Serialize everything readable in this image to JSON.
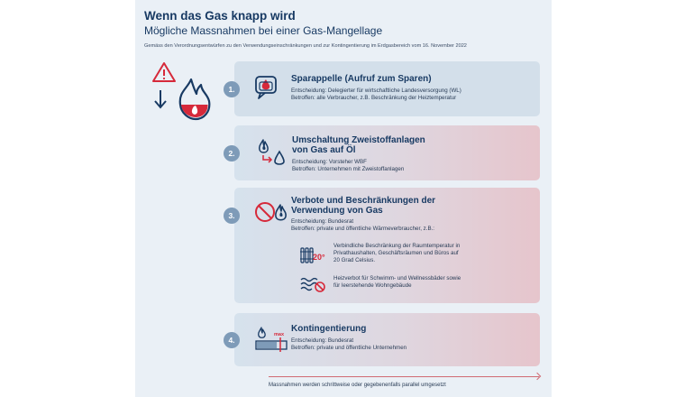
{
  "header": {
    "title": "Wenn das Gas knapp wird",
    "subtitle": "Mögliche Massnahmen bei einer Gas-Mangellage",
    "note": "Gemäss den Verordnungsentwürfen zu den Verwendungseinschränkungen und zur Kontingentierung im Erdgasbereich vom 16. November 2022"
  },
  "steps": [
    {
      "number": "1.",
      "title": "Sparappelle (Aufruf zum Sparen)",
      "decision": "Entscheidung: Delegierter für wirtschaftliche Landesversorgung (WL)",
      "affected": "Betroffen: alle Verbraucher, z.B. Beschränkung der Heiztemperatur",
      "icon": "speech-bubble-flame-icon"
    },
    {
      "number": "2.",
      "title_line1": "Umschaltung Zweistoffanlagen",
      "title_line2": "von Gas auf Öl",
      "decision": "Entscheidung: Vorsteher WBF",
      "affected": "Betroffen: Unternehmen mit Zweistoffanlagen",
      "icon": "flame-to-oil-drop-icon"
    },
    {
      "number": "3.",
      "title_line1": "Verbote und Beschränkungen der",
      "title_line2": "Verwendung von Gas",
      "decision": "Entscheidung: Bundesrat",
      "affected": "Betroffen: private und öffentliche Wärmeverbraucher, z.B.:",
      "icon": "no-flame-icon",
      "examples": [
        {
          "line1": "Verbindliche Beschränkung der Raumtemperatur in",
          "line2": "Privathaushalten, Geschäftsräumen und Büros auf",
          "line3": "20 Grad Celsius.",
          "badge": "20°",
          "icon": "radiator-icon"
        },
        {
          "line1": "Heizverbot für Schwimm- und Wellnessbäder sowie",
          "line2": "für leerstehende Wohngebäude",
          "icon": "pool-prohibited-icon"
        }
      ]
    },
    {
      "number": "4.",
      "title": "Kontingentierung",
      "decision": "Entscheidung: Bundesrat",
      "affected": "Betroffen: private und öffentliche Unternehmen",
      "icon": "flame-max-gauge-icon",
      "gauge_label": "max"
    }
  ],
  "footer": "Massnahmen werden schrittweise oder gegebenenfalls parallel umgesetzt",
  "colors": {
    "navy": "#183a63",
    "accent_red": "#d6293a",
    "badge": "#7e9bb8",
    "card_blue": "#d3dfea",
    "card_pink": "#e6c5cc"
  }
}
